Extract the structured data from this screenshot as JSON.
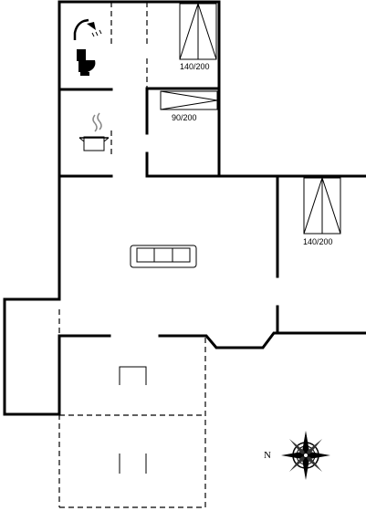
{
  "plan": {
    "labels": {
      "bed_top_right": "140/200",
      "bed_small": "90/200",
      "bed_right": "140/200"
    },
    "compass": {
      "north_label": "N"
    },
    "icons": [
      "shower-icon",
      "toilet-icon",
      "kitchen-pot-icon",
      "sofa-icon",
      "compass-rose-icon"
    ]
  }
}
